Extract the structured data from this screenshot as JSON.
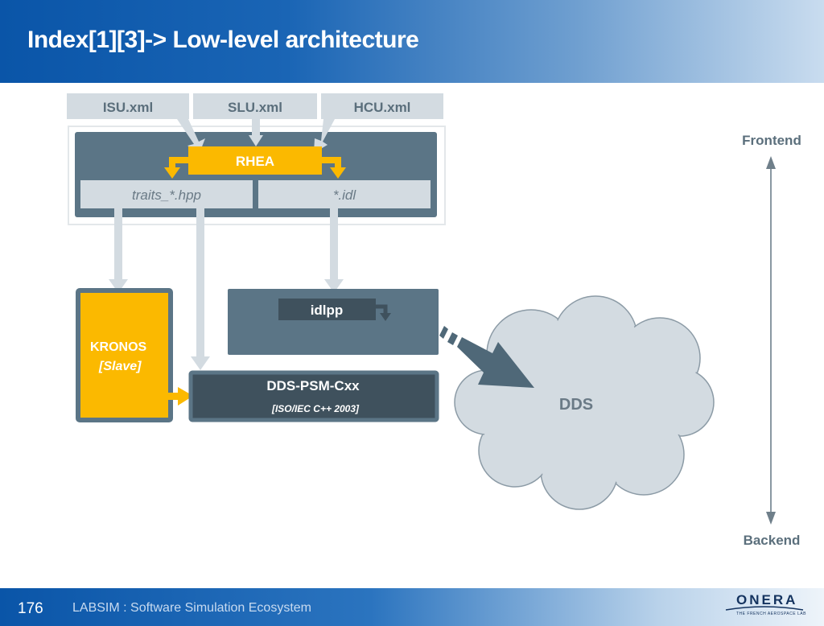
{
  "slide": {
    "title": "Index[1][3]-> Low-level architecture",
    "page_number": "176",
    "footer_text": "LABSIM : Software Simulation Ecosystem",
    "logo_text": "ONERA",
    "logo_subtitle": "THE FRENCH AEROSPACE LAB"
  },
  "diagram": {
    "inputs": [
      "ISU.xml",
      "SLU.xml",
      "HCU.xml"
    ],
    "generator": "RHEA",
    "outputs": [
      "traits_*.hpp",
      "*.idl"
    ],
    "kronos": {
      "name": "KRONOS",
      "role": "[Slave]"
    },
    "idl_tool": "idlpp",
    "psm": {
      "name": "DDS-PSM-Cxx",
      "standard": "[ISO/IEC C++ 2003]"
    },
    "cloud": "DDS",
    "axis": {
      "top": "Frontend",
      "bottom": "Backend"
    }
  },
  "colors": {
    "slate": "#5b7586",
    "slate_dark": "#475c6b",
    "light_gray": "#d3dbe1",
    "accent": "#fbb900"
  }
}
